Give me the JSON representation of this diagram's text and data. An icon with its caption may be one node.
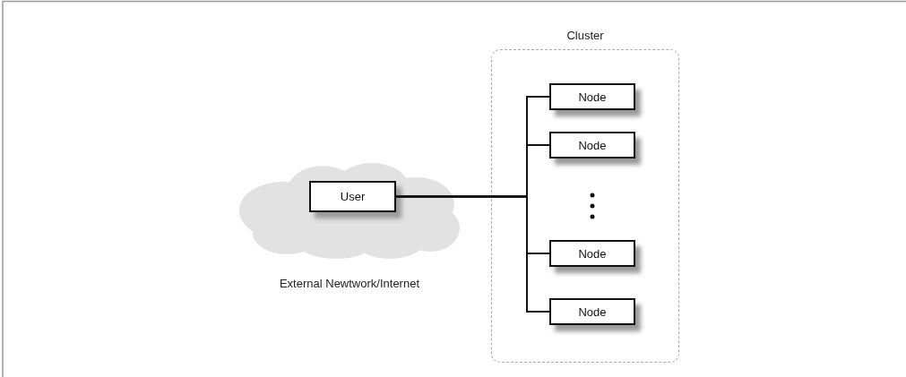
{
  "diagram": {
    "nodes": [
      {
        "text": [],
        "shape": "cloud",
        "beside": [
          "External Newtwork/Internet"
        ]
      },
      {
        "text": [
          "User"
        ],
        "in": 0
      },
      {
        "text": [
          "Cluster"
        ]
      },
      {
        "text": [
          "Node"
        ],
        "in": 2
      },
      {
        "text": [
          "Node"
        ],
        "in": 2
      },
      {
        "text": [
          "Node"
        ],
        "in": 2
      },
      {
        "text": [
          "Node"
        ],
        "in": 2
      }
    ],
    "edges": [
      {
        "from": 1,
        "to": 3,
        "arrow": "none"
      },
      {
        "from": 1,
        "to": 4,
        "arrow": "none"
      },
      {
        "from": 1,
        "to": 5,
        "arrow": "none"
      },
      {
        "from": 1,
        "to": 6,
        "arrow": "none"
      }
    ]
  }
}
